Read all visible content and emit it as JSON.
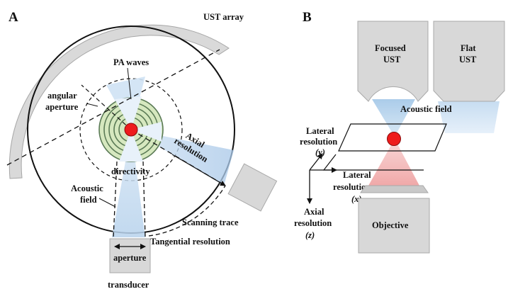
{
  "panel_a": {
    "letter": "A",
    "labels": {
      "ust_array": "UST array",
      "pa_waves": "PA waves",
      "angular": "angular",
      "aperture_upper": "aperture",
      "axial": "Axial",
      "resolution": "resolution",
      "directivity": "directivity",
      "acoustic": "Acoustic",
      "field": "field",
      "scanning_trace": "Scanning trace",
      "tangential_resolution": "Tangential resolution",
      "aperture": "aperture",
      "transducer": "transducer"
    }
  },
  "panel_b": {
    "letter": "B",
    "labels": {
      "focused": "Focused",
      "ust": "UST",
      "flat": "Flat",
      "acoustic_field": "Acoustic field",
      "lateral": "Lateral",
      "resolution": "resolution",
      "y": "(y)",
      "x": "(x)",
      "axial": "Axial",
      "z": "(z)",
      "objective": "Objective"
    }
  },
  "colors": {
    "source": "#ee1c1c",
    "wave_fill": "#d6e8bf",
    "wave_ring": "#5a7a55",
    "acoustic_beam": "#b8d4ee",
    "optical_beam": "#f2b3b3",
    "device": "#d8d8d8",
    "device_edge": "#a9a9a9"
  }
}
